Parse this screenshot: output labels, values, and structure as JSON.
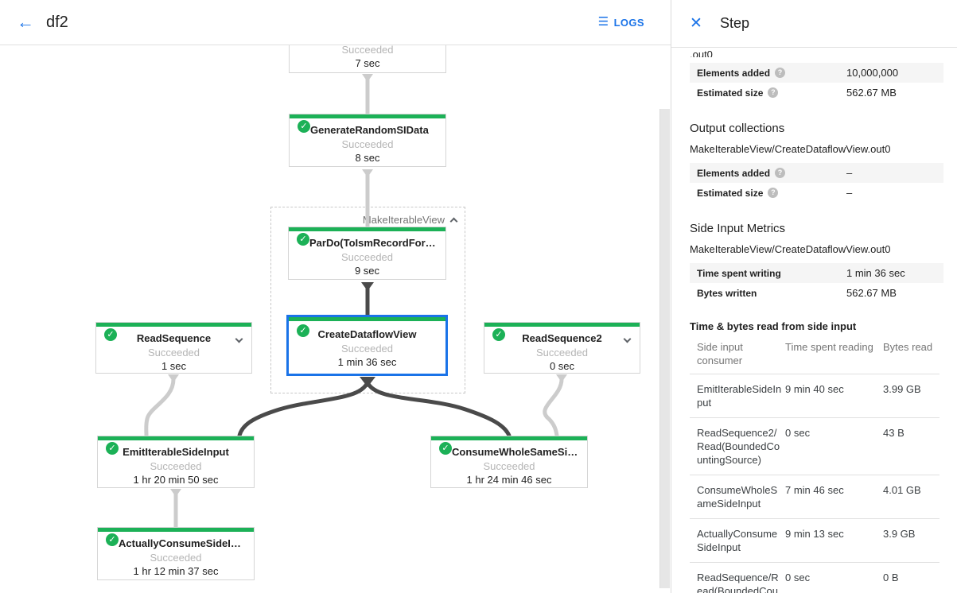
{
  "header": {
    "title": "df2",
    "logs_label": "LOGS"
  },
  "colors": {
    "accent_blue": "#1a73e8",
    "success_green": "#1cb157",
    "edge_dark": "#4a4a4a",
    "edge_light": "#cccccc"
  },
  "graph": {
    "group_label": "MakeIterableView",
    "nodes": [
      {
        "title": "",
        "status": "Succeeded",
        "time": "7 sec"
      },
      {
        "title": "GenerateRandomSIData",
        "status": "Succeeded",
        "time": "8 sec"
      },
      {
        "title": "ParDo(ToIsmRecordFor…",
        "status": "Succeeded",
        "time": "9 sec"
      },
      {
        "title": "ReadSequence",
        "status": "Succeeded",
        "time": "1 sec"
      },
      {
        "title": "CreateDataflowView",
        "status": "Succeeded",
        "time": "1 min 36 sec"
      },
      {
        "title": "ReadSequence2",
        "status": "Succeeded",
        "time": "0 sec"
      },
      {
        "title": "EmitIterableSideInput",
        "status": "Succeeded",
        "time": "1 hr 20 min 50 sec"
      },
      {
        "title": "ConsumeWholeSameSi…",
        "status": "Succeeded",
        "time": "1 hr 24 min 46 sec"
      },
      {
        "title": "ActuallyConsumeSideI…",
        "status": "Succeeded",
        "time": "1 hr 12 min 37 sec"
      }
    ]
  },
  "panel": {
    "title": "Step",
    "truncated_top_text": ".out0",
    "input_rows": [
      {
        "label": "Elements added",
        "value": "10,000,000"
      },
      {
        "label": "Estimated size",
        "value": "562.67 MB"
      }
    ],
    "output_collections": {
      "title": "Output collections",
      "collection": "MakeIterableView/CreateDataflowView.out0",
      "rows": [
        {
          "label": "Elements added",
          "value": "–"
        },
        {
          "label": "Estimated size",
          "value": "–"
        }
      ]
    },
    "side_input_metrics": {
      "title": "Side Input Metrics",
      "collection": "MakeIterableView/CreateDataflowView.out0",
      "rows": [
        {
          "label": "Time spent writing",
          "value": "1 min 36 sec"
        },
        {
          "label": "Bytes written",
          "value": "562.67 MB"
        }
      ]
    },
    "side_input_table": {
      "title": "Time & bytes read from side input",
      "columns": [
        "Side input consumer",
        "Time spent reading",
        "Bytes read"
      ],
      "rows": [
        [
          "EmitIterableSideInput",
          "9 min 40 sec",
          "3.99 GB"
        ],
        [
          "ReadSequence2/Read(BoundedCountingSource)",
          "0 sec",
          "43 B"
        ],
        [
          "ConsumeWholeSameSideInput",
          "7 min 46 sec",
          "4.01 GB"
        ],
        [
          "ActuallyConsumeSideInput",
          "9 min 13 sec",
          "3.9 GB"
        ],
        [
          "ReadSequence/Read(BoundedCountingSource)",
          "0 sec",
          "0 B"
        ]
      ]
    }
  }
}
